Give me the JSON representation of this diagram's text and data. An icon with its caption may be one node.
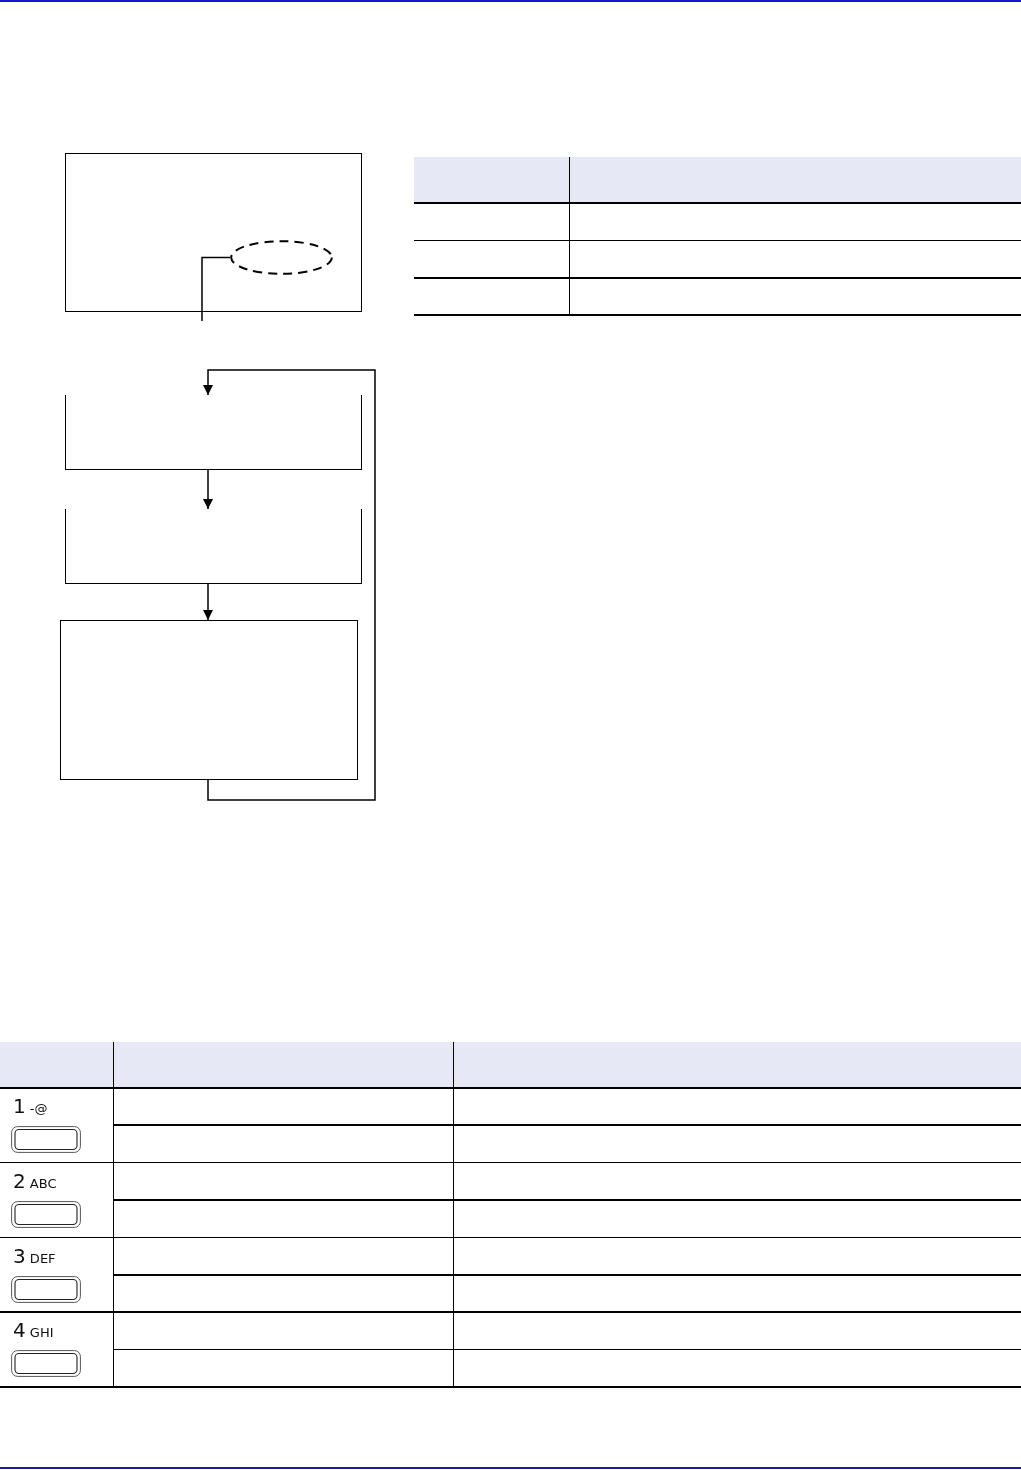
{
  "diagram": {
    "nodes": [
      {
        "text": [],
        "shape": "box"
      },
      {
        "text": [],
        "shape": "ellipse",
        "in": 0
      },
      {
        "text": [],
        "shape": "box"
      },
      {
        "text": [],
        "shape": "box"
      },
      {
        "text": [],
        "shape": "box"
      }
    ],
    "edges": [
      {
        "from": null,
        "to": 1,
        "arrow": "none"
      },
      {
        "from": 4,
        "to": 2,
        "arrow": "to"
      },
      {
        "from": 2,
        "to": 3,
        "arrow": "to"
      },
      {
        "from": 3,
        "to": 4,
        "arrow": "to"
      }
    ],
    "labels": [
      "1 -@",
      "2 ABC",
      "3 DEF",
      "4 GHI"
    ]
  }
}
